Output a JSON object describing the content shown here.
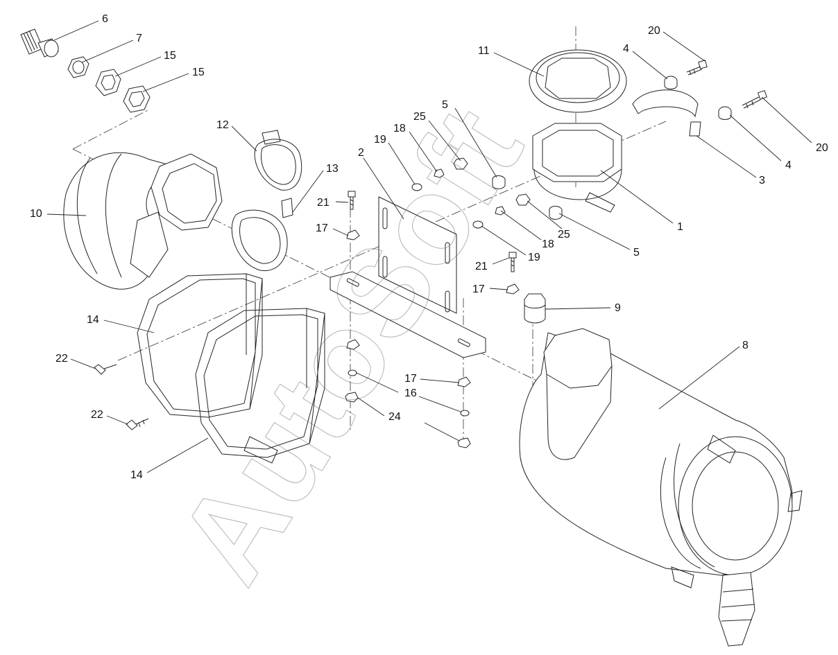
{
  "diagram": {
    "header_mark": "",
    "watermark": "AutoSoft",
    "callouts": [
      {
        "id": "c6",
        "label": "6"
      },
      {
        "id": "c7",
        "label": "7"
      },
      {
        "id": "c15a",
        "label": "15"
      },
      {
        "id": "c15b",
        "label": "15"
      },
      {
        "id": "c12",
        "label": "12"
      },
      {
        "id": "c13",
        "label": "13"
      },
      {
        "id": "c10",
        "label": "10"
      },
      {
        "id": "c2",
        "label": "2"
      },
      {
        "id": "c19a",
        "label": "19"
      },
      {
        "id": "c18a",
        "label": "18"
      },
      {
        "id": "c25a",
        "label": "25"
      },
      {
        "id": "c5a",
        "label": "5"
      },
      {
        "id": "c11",
        "label": "11"
      },
      {
        "id": "c4a",
        "label": "4"
      },
      {
        "id": "c20a",
        "label": "20"
      },
      {
        "id": "c20b",
        "label": "20"
      },
      {
        "id": "c4b",
        "label": "4"
      },
      {
        "id": "c3",
        "label": "3"
      },
      {
        "id": "c1",
        "label": "1"
      },
      {
        "id": "c5b",
        "label": "5"
      },
      {
        "id": "c25b",
        "label": "25"
      },
      {
        "id": "c18b",
        "label": "18"
      },
      {
        "id": "c19b",
        "label": "19"
      },
      {
        "id": "c21a",
        "label": "21"
      },
      {
        "id": "c21b",
        "label": "21"
      },
      {
        "id": "c17a",
        "label": "17"
      },
      {
        "id": "c17b",
        "label": "17"
      },
      {
        "id": "c17c",
        "label": "17"
      },
      {
        "id": "c9",
        "label": "9"
      },
      {
        "id": "c8",
        "label": "8"
      },
      {
        "id": "c14a",
        "label": "14"
      },
      {
        "id": "c14b",
        "label": "14"
      },
      {
        "id": "c22a",
        "label": "22"
      },
      {
        "id": "c22b",
        "label": "22"
      },
      {
        "id": "c16",
        "label": "16"
      },
      {
        "id": "c24",
        "label": "24"
      }
    ]
  }
}
